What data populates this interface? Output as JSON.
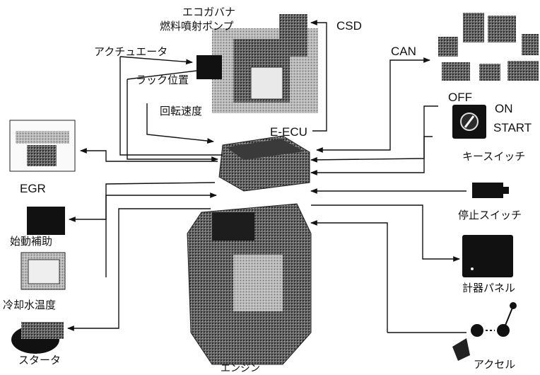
{
  "labels": {
    "pump_line1": "エコガバナ",
    "pump_line2": "燃料噴射ポンプ",
    "csd": "CSD",
    "actuator": "アクチュエータ",
    "rack_position": "ラック位置",
    "rotation_speed": "回転速度",
    "can": "CAN",
    "off": "OFF",
    "on": "ON",
    "start": "START",
    "key_switch": "キースイッチ",
    "e_ecu": "E-ECU",
    "egr": "EGR",
    "start_assist": "始動補助",
    "coolant_temp": "冷却水温度",
    "starter": "スタータ",
    "stop_switch": "停止スイッチ",
    "instrument_panel": "計器パネル",
    "accelerator": "アクセル",
    "engine": "エンジン"
  }
}
